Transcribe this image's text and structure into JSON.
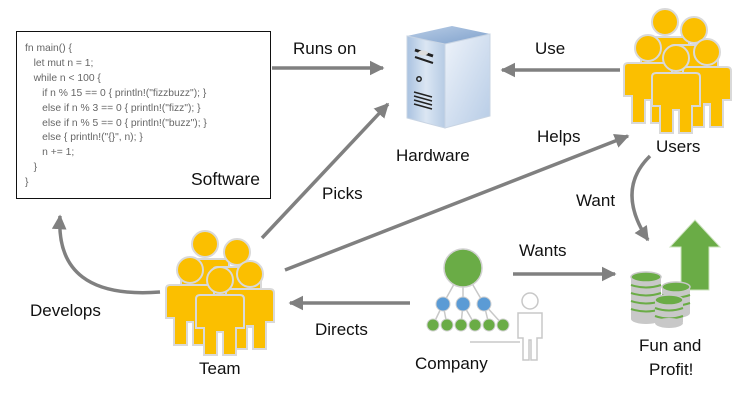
{
  "software": {
    "title": "Software",
    "code_lines": [
      "fn main() {",
      "   let mut n = 1;",
      "   while n < 100 {",
      "      if n % 15 == 0 { println!(\"fizzbuzz\"); }",
      "      else if n % 3 == 0 { println!(\"fizz\"); }",
      "      else if n % 5 == 0 { println!(\"buzz\"); }",
      "      else { println!(\"{}\", n); }",
      "      n += 1;",
      "   }",
      "}"
    ]
  },
  "nodes": {
    "hardware": "Hardware",
    "users": "Users",
    "team": "Team",
    "company": "Company",
    "fun_and_profit_line1": "Fun and",
    "fun_and_profit_line2": "Profit!"
  },
  "edges": {
    "runs_on": "Runs on",
    "use": "Use",
    "helps": "Helps",
    "picks": "Picks",
    "want": "Want",
    "wants": "Wants",
    "develops": "Develops",
    "directs": "Directs"
  },
  "colors": {
    "people": "#fbbf00",
    "people_outline": "#d8d8d8",
    "arrow": "#808080",
    "green": "#6aac46",
    "blue": "#5b9bd5",
    "server_light": "#dce6f2",
    "server_dark": "#9db8d9"
  }
}
